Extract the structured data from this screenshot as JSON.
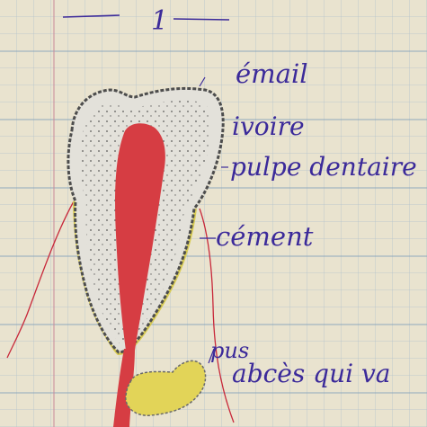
{
  "page_number": "1",
  "labels": {
    "email": "émail",
    "ivoire": "ivoire",
    "pulpe": "pulpe dentaire",
    "cement": "cément",
    "pus": "pus",
    "abces": "abcès qui va"
  },
  "colors": {
    "paper": "#e9e3cf",
    "grid_line": "#9fb6c9",
    "margin_line": "#c98a9a",
    "ink": "#3b2a9a",
    "pulp_red": "#d63d43",
    "dentin": "#e3e1da",
    "cement_yellow": "#d9cc55",
    "gum_red": "#c8283a"
  }
}
